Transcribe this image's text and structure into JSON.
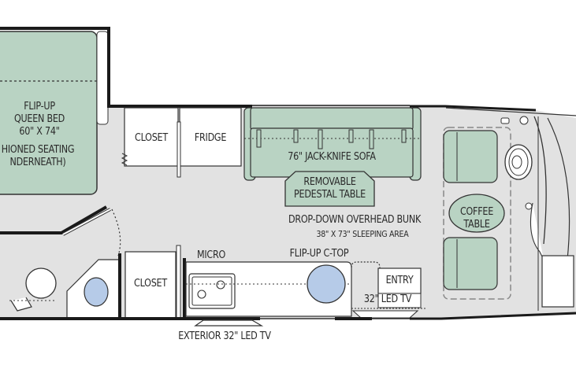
{
  "title": "RV Floor Plan",
  "colors": {
    "floor": "#e2e2e2",
    "furniture_green": "#b9d3c3",
    "wall": "#1a1a1a",
    "fixture_blue": "#b6cbe8",
    "cabinet": "#ffffff",
    "text": "#2a2a2a"
  },
  "labels": {
    "bed": [
      "FLIP-UP",
      "QUEEN BED",
      "60\" X 74\""
    ],
    "bed_note": [
      "HIONED SEATING",
      "NDERNEATH)"
    ],
    "closet_top": "CLOSET",
    "fridge": "FRIDGE",
    "sofa": "76\" JACK-KNIFE SOFA",
    "pedestal_table": [
      "REMOVABLE",
      "PEDESTAL TABLE"
    ],
    "bunk": "DROP-DOWN OVERHEAD BUNK",
    "bunk_size": "38\" X 73\" SLEEPING AREA",
    "coffee_table": [
      "COFFEE",
      "TABLE"
    ],
    "closet_bottom": "CLOSET",
    "micro": "MICRO",
    "c_top": "FLIP-UP C-TOP",
    "entry": "ENTRY",
    "led_tv_inside": "32\" LED TV",
    "exterior_tv": "EXTERIOR 32\" LED TV"
  }
}
